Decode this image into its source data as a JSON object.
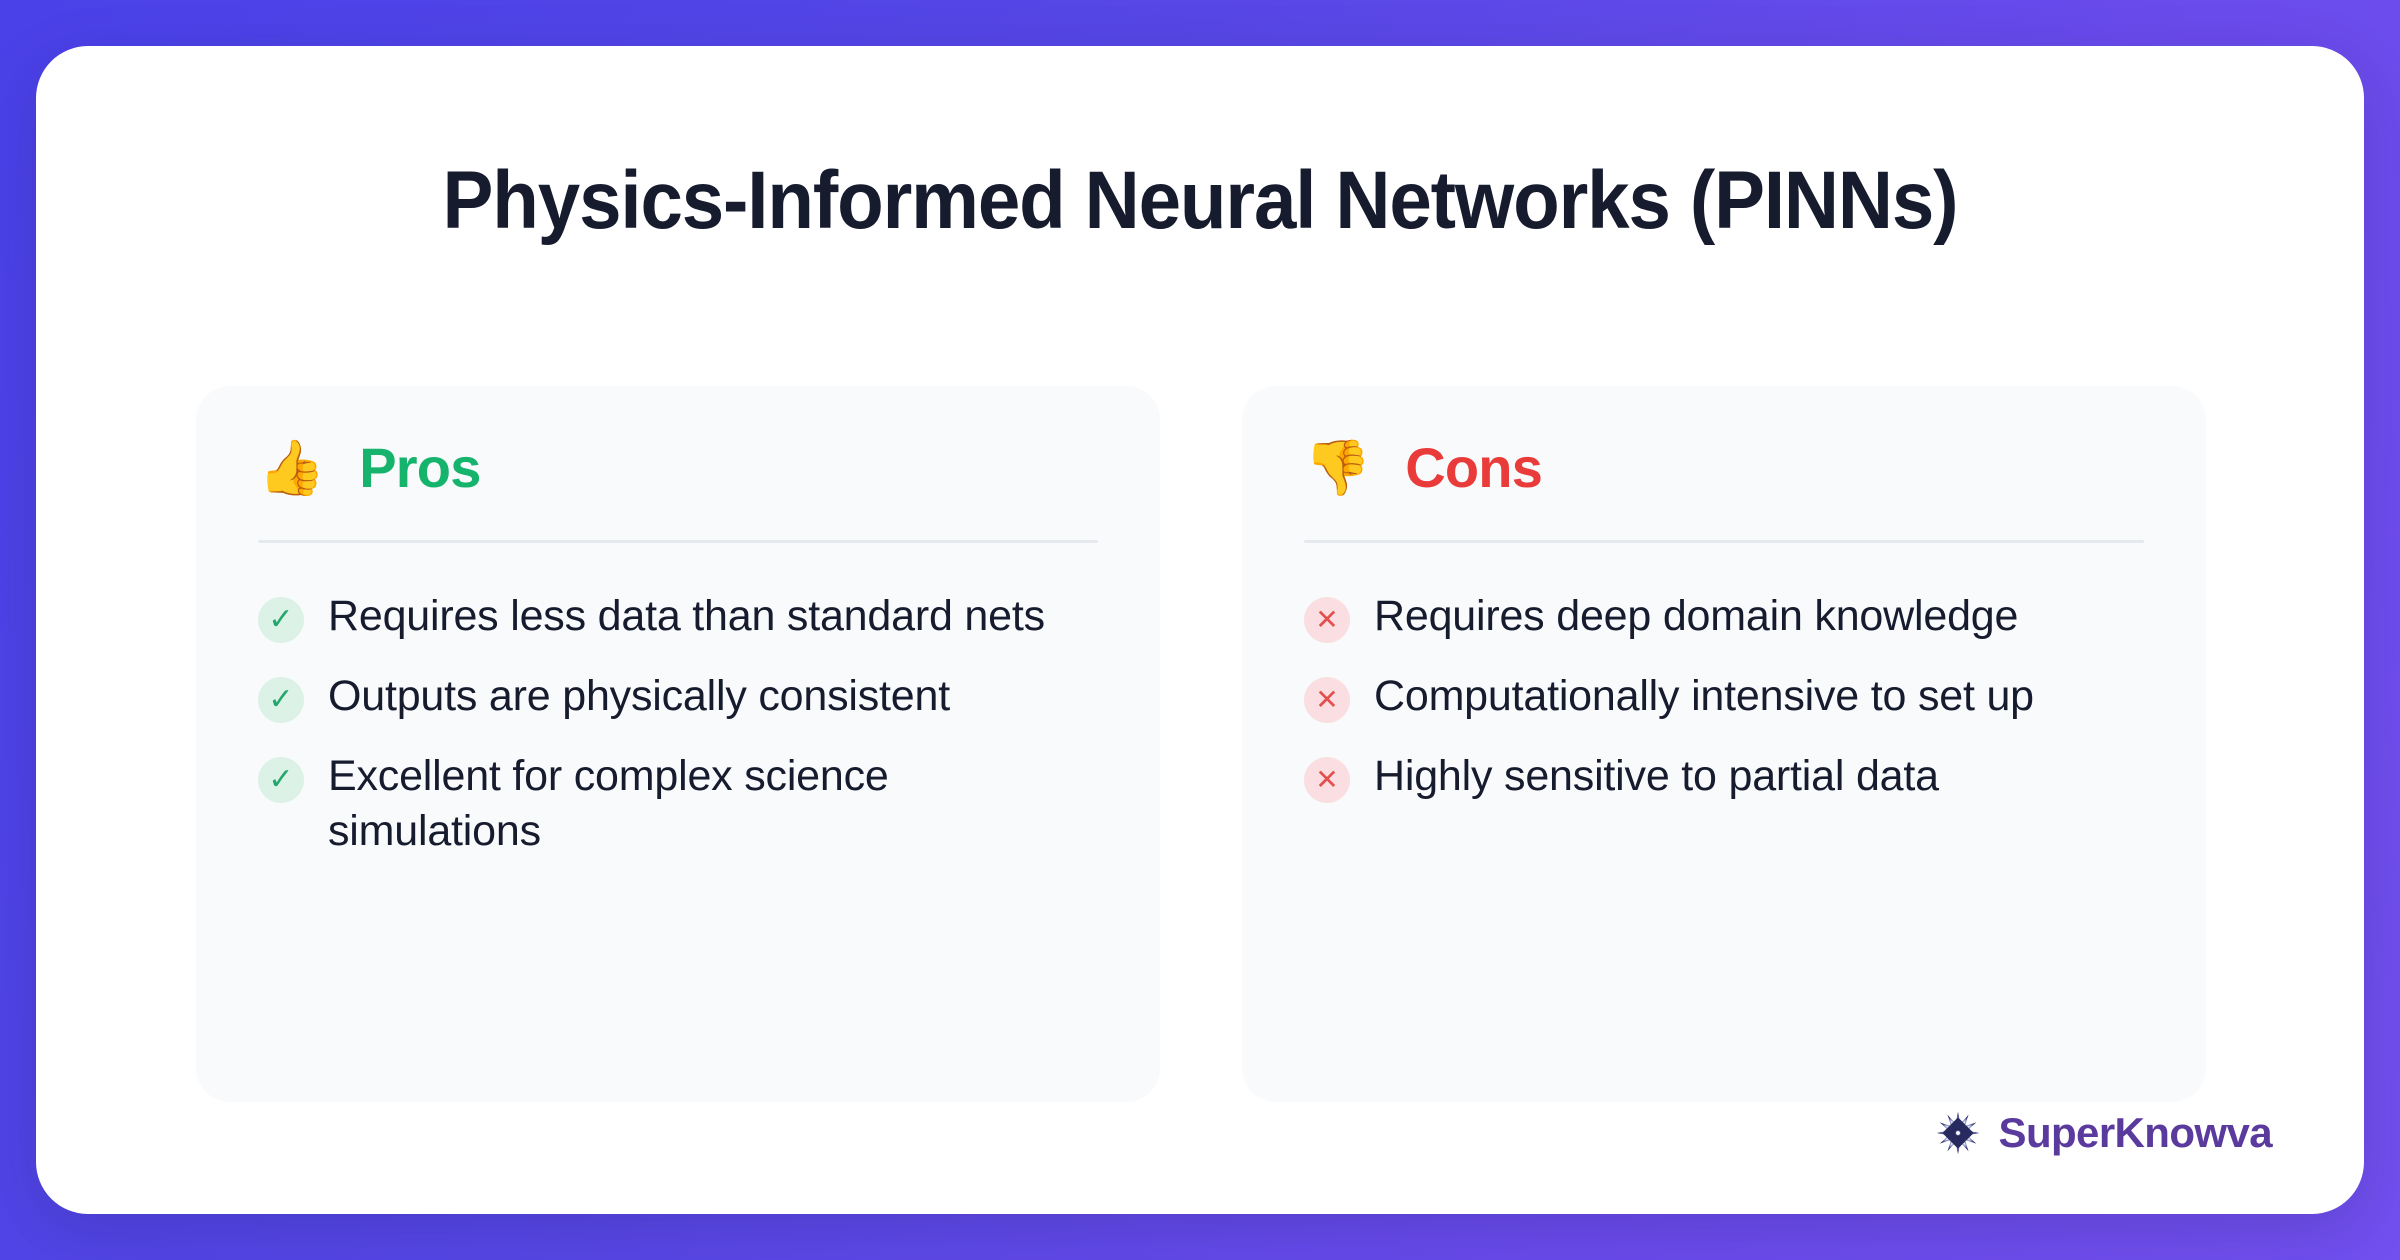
{
  "theme": {
    "background_gradient_from": "#4a41e8",
    "background_gradient_to": "#7150ef",
    "panel_background": "#ffffff",
    "card_background": "#f8fafc",
    "title_color": "#161b2e",
    "pros_accent": "#16b36c",
    "cons_accent": "#ea3b3b",
    "check_badge_bg": "#dcf2e7",
    "check_badge_fg": "#24a76e",
    "cross_badge_bg": "#fbdee1",
    "cross_badge_fg": "#e2504f",
    "divider_color": "#e6e9ee",
    "brand_color": "#5b3a9e"
  },
  "slide": {
    "title": "Physics-Informed Neural Networks (PINNs)"
  },
  "cards": {
    "pros": {
      "emoji": "👍",
      "emoji_name": "thumbs-up-emoji",
      "label": "Pros",
      "badge_glyph": "✓",
      "badge_icon_name": "check-icon",
      "items": [
        "Requires less data than standard nets",
        "Outputs are physically consistent",
        "Excellent for complex science simulations"
      ]
    },
    "cons": {
      "emoji": "👎",
      "emoji_name": "thumbs-down-emoji",
      "label": "Cons",
      "badge_glyph": "✕",
      "badge_icon_name": "cross-icon",
      "items": [
        "Requires deep domain knowledge",
        "Computationally intensive to set up",
        "Highly sensitive to partial data"
      ]
    }
  },
  "brand": {
    "name": "SuperKnowva",
    "mark_icon_name": "starburst-logo-icon"
  }
}
